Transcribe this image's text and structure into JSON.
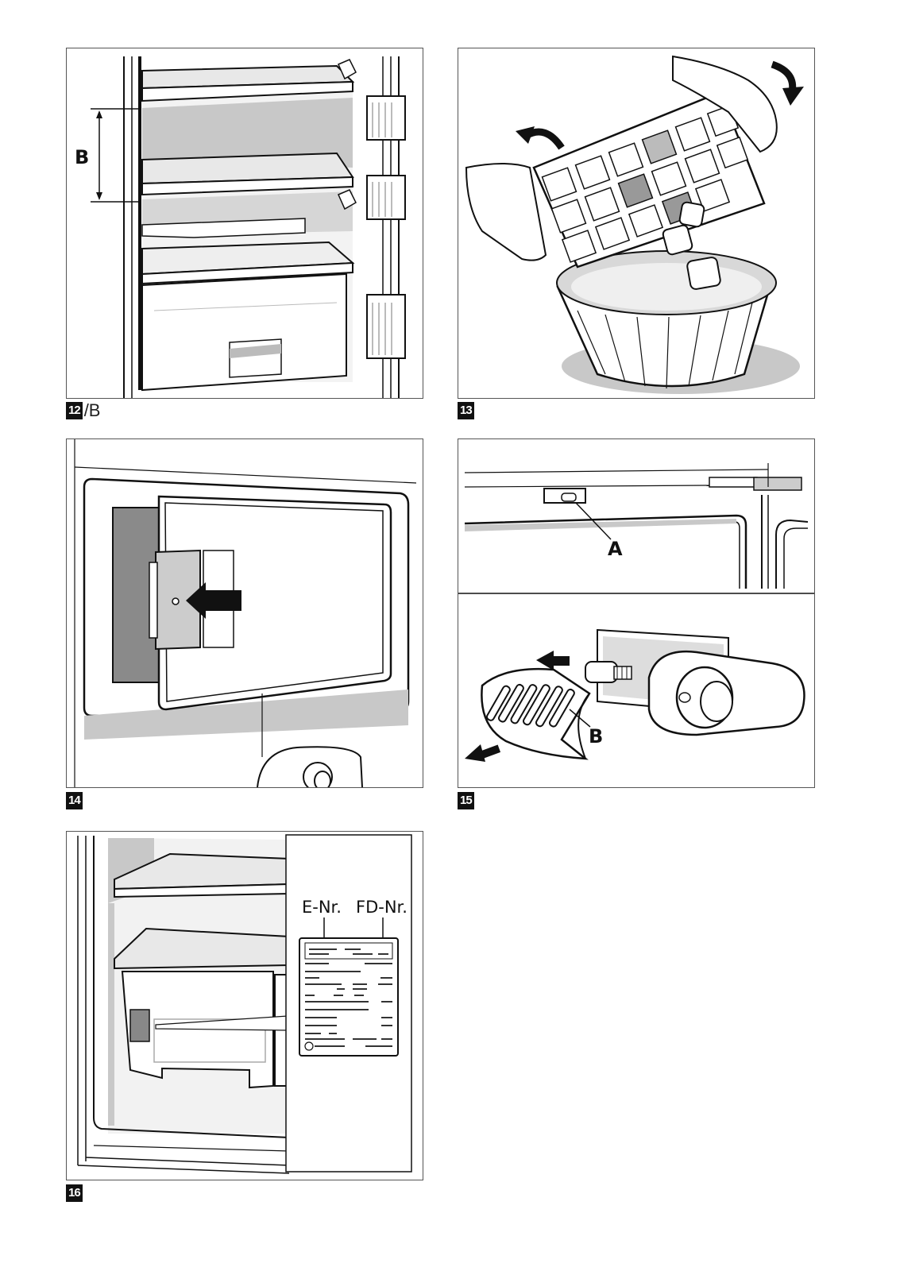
{
  "figures": [
    {
      "number": "12",
      "suffix": "/B",
      "callouts": [
        "B"
      ]
    },
    {
      "number": "13",
      "suffix": "",
      "callouts": []
    },
    {
      "number": "14",
      "suffix": "",
      "callouts": []
    },
    {
      "number": "15",
      "suffix": "",
      "callouts": [
        "A",
        "B"
      ]
    },
    {
      "number": "16",
      "suffix": "",
      "callouts": [
        "E-Nr.",
        "FD-Nr."
      ]
    }
  ],
  "colors": {
    "line": "#111111",
    "shade": "#c8c8c8",
    "dark_shade": "#8a8a8a",
    "border": "#555555"
  }
}
